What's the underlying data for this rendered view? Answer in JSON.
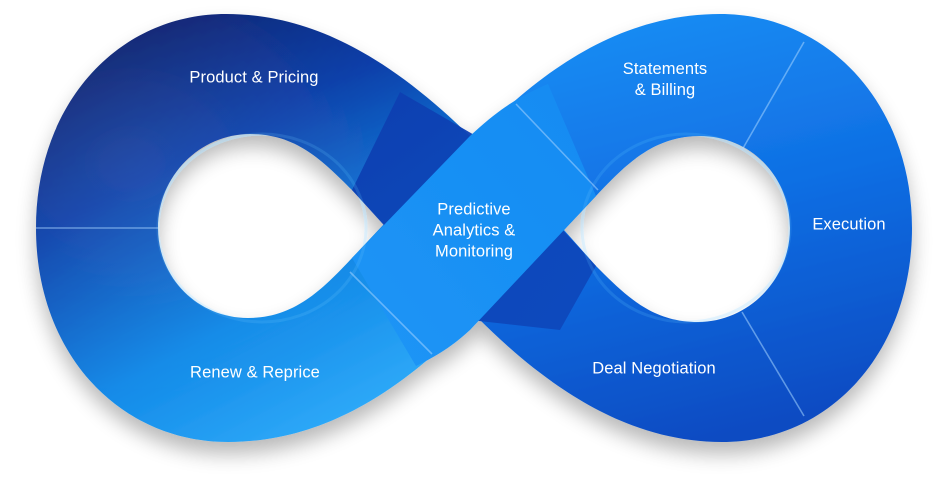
{
  "stages": {
    "product_pricing": "Product & Pricing",
    "statements_line1": "Statements",
    "statements_line2": "& Billing",
    "execution": "Execution",
    "analytics_line1": "Predictive",
    "analytics_line2": "Analytics &",
    "analytics_line3": "Monitoring",
    "renew_reprice": "Renew & Reprice",
    "deal_negotiation": "Deal Negotiation"
  },
  "colors": {
    "deep_navy": "#0a2a8a",
    "royal_blue": "#0c5ad8",
    "bright_blue": "#1a8cf5",
    "sky_blue": "#3cb4ff",
    "divider": "#9fd0ff",
    "label_text": "#ffffff"
  }
}
